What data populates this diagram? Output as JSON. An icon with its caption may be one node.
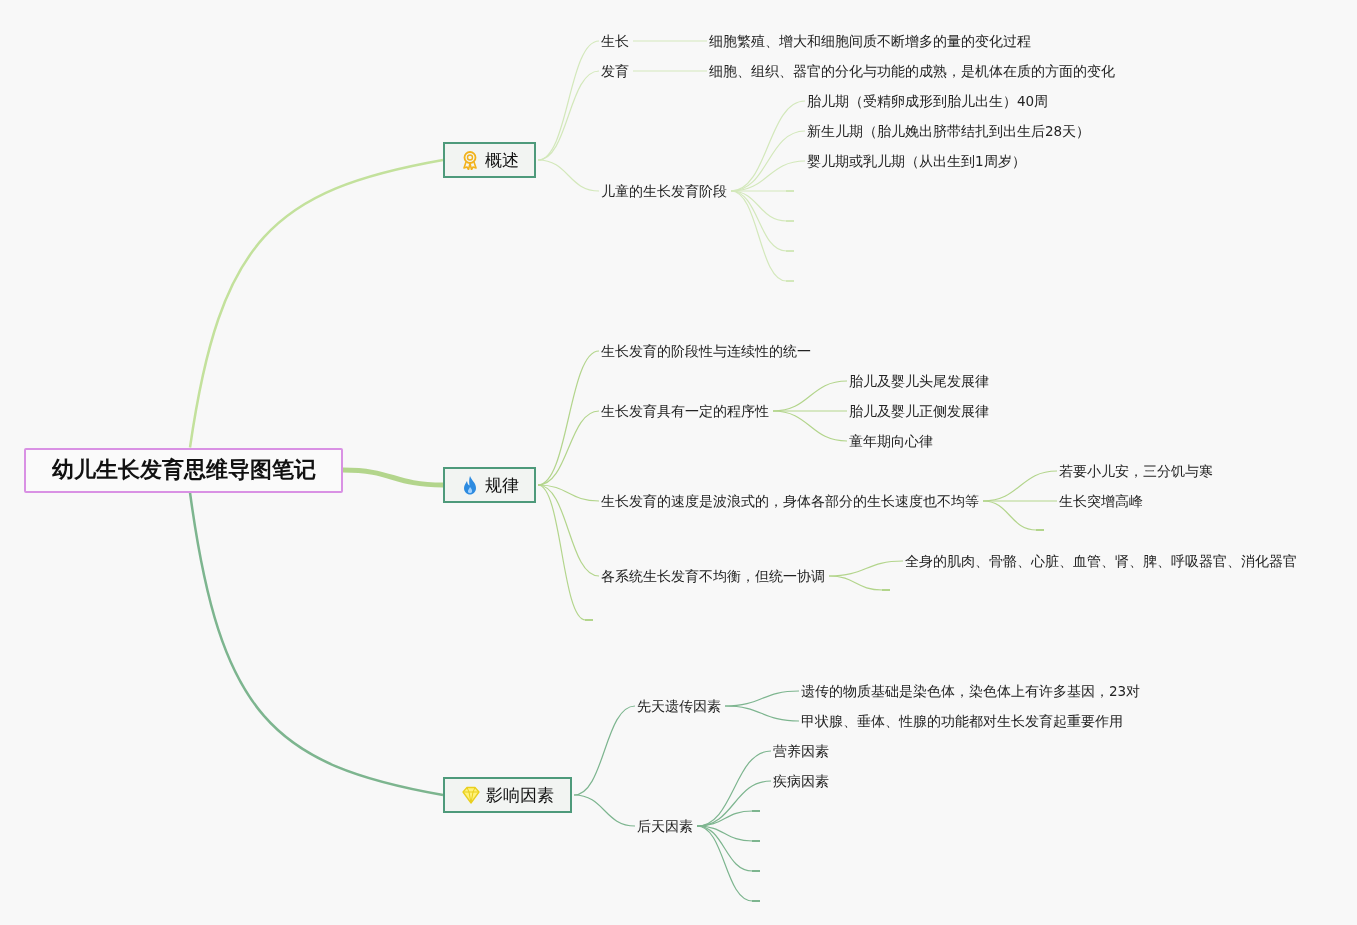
{
  "diagram": {
    "nodes": [
      {
        "text": [
          "幼儿生长发育思维导图笔记"
        ]
      },
      {
        "text": [
          "概述"
        ]
      },
      {
        "text": [
          "生长"
        ]
      },
      {
        "text": [
          "细胞繁殖、增大和细胞间质不断增多的量的变化过程"
        ]
      },
      {
        "text": [
          "发育"
        ]
      },
      {
        "text": [
          "细胞、组织、器官的分化与功能的成熟，是机体在质的方面的变化"
        ]
      },
      {
        "text": [
          "儿童的生长发育阶段"
        ]
      },
      {
        "text": [
          "胎儿期（受精卵成形到胎儿出生）40周"
        ]
      },
      {
        "text": [
          "新生儿期（胎儿娩出脐带结扎到出生后28天）"
        ]
      },
      {
        "text": [
          "婴儿期或乳儿期（从出生到1周岁）"
        ]
      },
      {
        "text": [
          "规律"
        ]
      },
      {
        "text": [
          "生长发育的阶段性与连续性的统一"
        ]
      },
      {
        "text": [
          "生长发育具有一定的程序性"
        ]
      },
      {
        "text": [
          "胎儿及婴儿头尾发展律"
        ]
      },
      {
        "text": [
          "胎儿及婴儿正侧发展律"
        ]
      },
      {
        "text": [
          "童年期向心律"
        ]
      },
      {
        "text": [
          "生长发育的速度是波浪式的，身体各部分的生长速度也不均等"
        ]
      },
      {
        "text": [
          "若要小儿安，三分饥与寒"
        ]
      },
      {
        "text": [
          "生长突增高峰"
        ]
      },
      {
        "text": [
          "各系统生长发育不均衡，但统一协调"
        ]
      },
      {
        "text": [
          "全身的肌肉、骨骼、心脏、血管、肾、脾、呼吸器官、消化器官"
        ]
      },
      {
        "text": [
          "影响因素"
        ]
      },
      {
        "text": [
          "先天遗传因素"
        ]
      },
      {
        "text": [
          "遗传的物质基础是染色体，染色体上有许多基因，23对"
        ]
      },
      {
        "text": [
          "甲状腺、垂体、性腺的功能都对生长发育起重要作用"
        ]
      },
      {
        "text": [
          "后天因素"
        ]
      },
      {
        "text": [
          "营养因素"
        ]
      },
      {
        "text": [
          "疾病因素"
        ]
      },
      {
        "text": [],
        "shape": "bar"
      },
      {
        "text": [],
        "shape": "bar"
      },
      {
        "text": [],
        "shape": "bar"
      },
      {
        "text": [],
        "shape": "bar"
      },
      {
        "text": [],
        "shape": "bar"
      },
      {
        "text": [],
        "shape": "bar"
      },
      {
        "text": [],
        "shape": "bar"
      },
      {
        "text": [],
        "shape": "bar"
      },
      {
        "text": [],
        "shape": "bar"
      },
      {
        "text": [],
        "shape": "bar"
      },
      {
        "text": [],
        "shape": "bar"
      }
    ],
    "edges": [
      {
        "from": 0,
        "to": 1,
        "arrow": "none",
        "color": "#c3e19c"
      },
      {
        "from": 1,
        "to": 2,
        "arrow": "none",
        "color": "#d3e8bb"
      },
      {
        "from": 1,
        "to": 4,
        "arrow": "none",
        "color": "#d3e8bb"
      },
      {
        "from": 1,
        "to": 6,
        "arrow": "none",
        "color": "#d3e8bb"
      },
      {
        "from": 2,
        "to": 3,
        "arrow": "none",
        "color": "#d3e8bb"
      },
      {
        "from": 4,
        "to": 5,
        "arrow": "none",
        "color": "#d3e8bb"
      },
      {
        "from": 6,
        "to": 7,
        "arrow": "none",
        "color": "#d3e8bb"
      },
      {
        "from": 6,
        "to": 8,
        "arrow": "none",
        "color": "#d3e8bb"
      },
      {
        "from": 6,
        "to": 9,
        "arrow": "none",
        "color": "#d3e8bb"
      },
      {
        "from": 6,
        "to": 28,
        "arrow": "none",
        "color": "#d3e8bb"
      },
      {
        "from": 6,
        "to": 29,
        "arrow": "none",
        "color": "#d3e8bb"
      },
      {
        "from": 6,
        "to": 30,
        "arrow": "none",
        "color": "#d3e8bb"
      },
      {
        "from": 6,
        "to": 31,
        "arrow": "none",
        "color": "#d3e8bb"
      },
      {
        "from": 0,
        "to": 10,
        "arrow": "none",
        "style": "thick"
      },
      {
        "from": 10,
        "to": 11,
        "arrow": "none"
      },
      {
        "from": 10,
        "to": 12,
        "arrow": "none"
      },
      {
        "from": 10,
        "to": 16,
        "arrow": "none"
      },
      {
        "from": 10,
        "to": 19,
        "arrow": "none"
      },
      {
        "from": 10,
        "to": 32,
        "arrow": "none"
      },
      {
        "from": 12,
        "to": 13,
        "arrow": "none"
      },
      {
        "from": 12,
        "to": 14,
        "arrow": "none"
      },
      {
        "from": 12,
        "to": 15,
        "arrow": "none"
      },
      {
        "from": 16,
        "to": 17,
        "arrow": "none"
      },
      {
        "from": 16,
        "to": 18,
        "arrow": "none"
      },
      {
        "from": 16,
        "to": 33,
        "arrow": "none"
      },
      {
        "from": 19,
        "to": 20,
        "arrow": "none"
      },
      {
        "from": 19,
        "to": 34,
        "arrow": "none"
      },
      {
        "from": 0,
        "to": 21,
        "arrow": "none",
        "color": "#7db58f"
      },
      {
        "from": 21,
        "to": 22,
        "arrow": "none",
        "color": "#7db58f"
      },
      {
        "from": 21,
        "to": 25,
        "arrow": "none",
        "color": "#7db58f"
      },
      {
        "from": 22,
        "to": 23,
        "arrow": "none",
        "color": "#7db58f"
      },
      {
        "from": 22,
        "to": 24,
        "arrow": "none",
        "color": "#7db58f"
      },
      {
        "from": 25,
        "to": 26,
        "arrow": "none",
        "color": "#7db58f"
      },
      {
        "from": 25,
        "to": 27,
        "arrow": "none",
        "color": "#7db58f"
      },
      {
        "from": 25,
        "to": 35,
        "arrow": "none",
        "color": "#7db58f"
      },
      {
        "from": 25,
        "to": 36,
        "arrow": "none",
        "color": "#7db58f"
      },
      {
        "from": 25,
        "to": 37,
        "arrow": "none",
        "color": "#7db58f"
      },
      {
        "from": 25,
        "to": 38,
        "arrow": "none",
        "color": "#7db58f"
      }
    ]
  }
}
